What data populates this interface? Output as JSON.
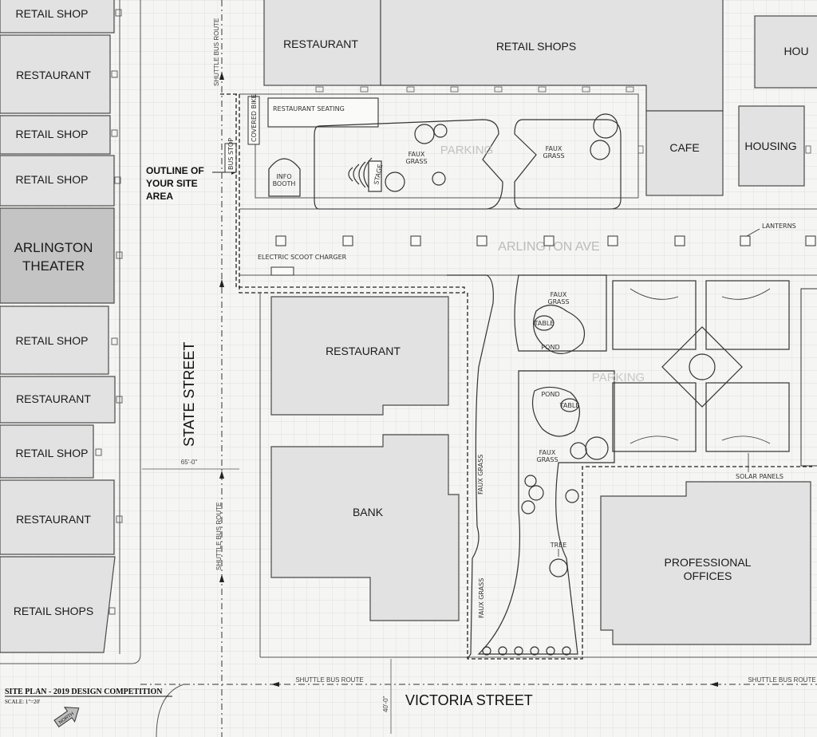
{
  "buildings": {
    "west": [
      "RETAIL SHOP",
      "RESTAURANT",
      "RETAIL SHOP",
      "RETAIL SHOP",
      "ARLINGTON THEATER",
      "RETAIL SHOP",
      "RESTAURANT",
      "RETAIL SHOP",
      "RESTAURANT",
      "RETAIL SHOPS"
    ],
    "north_restaurant": "RESTAURANT",
    "north_retail": "RETAIL SHOPS",
    "north_housing": "HOU",
    "cafe": "CAFE",
    "housing": "HOUSING",
    "south_restaurant": "RESTAURANT",
    "bank": "BANK",
    "professional": "PROFESSIONAL OFFICES"
  },
  "streets": {
    "state": "STATE STREET",
    "victoria": "VICTORIA STREET",
    "arlington": "ARLINGTON AVE",
    "shuttle": "SHUTTLE BUS ROUTE"
  },
  "annotations": {
    "site_outline": "OUTLINE OF YOUR SITE AREA",
    "bus_stop": "BUS STOP",
    "covered_bike": "COVERED BIKE",
    "restaurant_seating": "RESTAURANT SEATING",
    "info_booth": "INFO BOOTH",
    "stage": "STAGE",
    "faux_grass": "FAUX GRASS",
    "parking": "PARKING",
    "lanterns": "LANTERNS",
    "electric_charger": "ELECTRIC SCOOT CHARGER",
    "pond": "POND",
    "table": "TABLE",
    "tree": "TREE",
    "solar_panels": "SOLAR PANELS",
    "dim_width": "65'-0\"",
    "dim_victoria": "40'-0\""
  },
  "title_block": {
    "title": "SITE PLAN - 2019 DESIGN COMPETITION",
    "scale": "SCALE: 1\"=20'",
    "north": "NORTH"
  }
}
